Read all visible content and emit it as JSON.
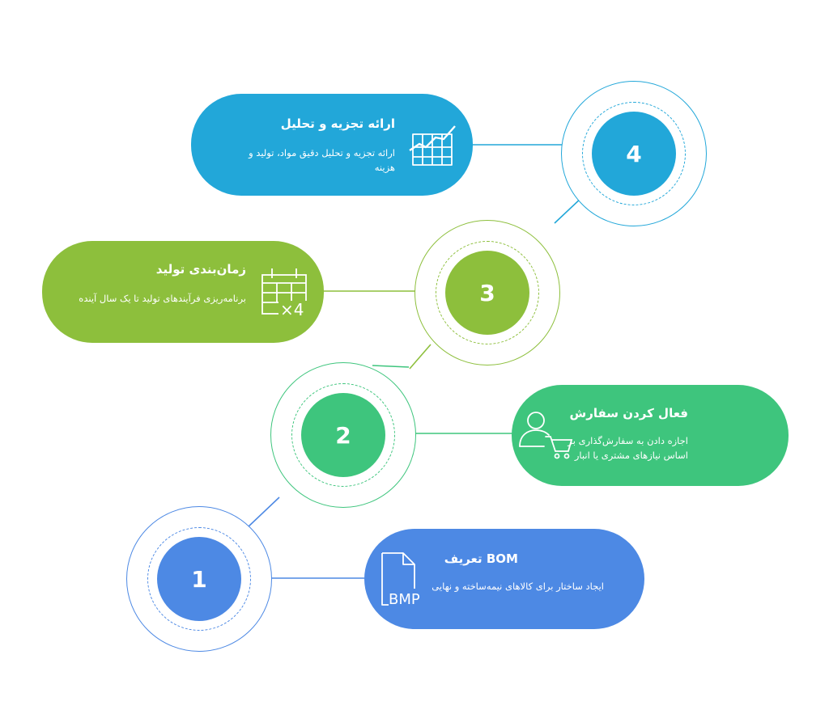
{
  "steps": [
    {
      "number": "1",
      "title": "BOM تعریف",
      "description": "ایجاد ساختار برای کالاهای نیمه‌ساخته و نهایی",
      "icon": "bmp-file-icon",
      "icon_text": "BMP",
      "color": "#4D89E4"
    },
    {
      "number": "2",
      "title": "فعال کردن سفارش",
      "description": "اجازه دادن به سفارش‌گذاری بر اساس نیازهای مشتری یا انبار",
      "icon": "user-cart-icon",
      "color": "#3EC57D"
    },
    {
      "number": "3",
      "title": "زمان‌بندی تولید",
      "description": "برنامه‌ریزی فرآیندهای تولید تا یک سال آینده",
      "icon": "calendar-grid-icon",
      "icon_text": "×4",
      "color": "#8DBF3C"
    },
    {
      "number": "4",
      "title": "ارائه تجزیه و تحلیل",
      "description": "ارائه تجزیه و تحلیل دقیق مواد، تولید و هزینه",
      "icon": "line-chart-icon",
      "color": "#22A7D9"
    }
  ]
}
